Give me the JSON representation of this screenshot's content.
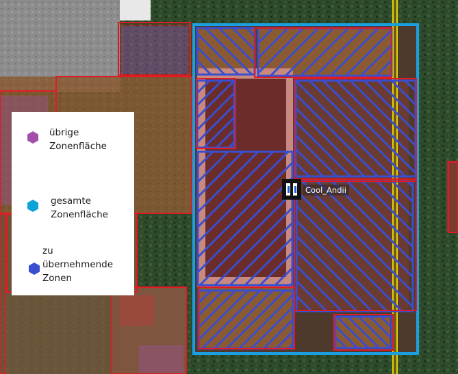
{
  "legend": {
    "items": [
      {
        "label": "übrige\nZonenfläche",
        "color": "#a14fab"
      },
      {
        "label": "gesamte\nZonenfläche",
        "color": "#0ea2d8"
      },
      {
        "label": "zu\nübernehmende\nZonen",
        "color": "#3a4fcf"
      }
    ]
  },
  "player": {
    "name": "Cool_Andii"
  },
  "colors": {
    "zone_border_red": "#e01b24",
    "total_zone_border": "#1aa0e0",
    "takeover_zone": "#3a4fcf",
    "other_zone": "#a14fab",
    "rail": "#f5e600",
    "forest": "#2f4a2c"
  }
}
